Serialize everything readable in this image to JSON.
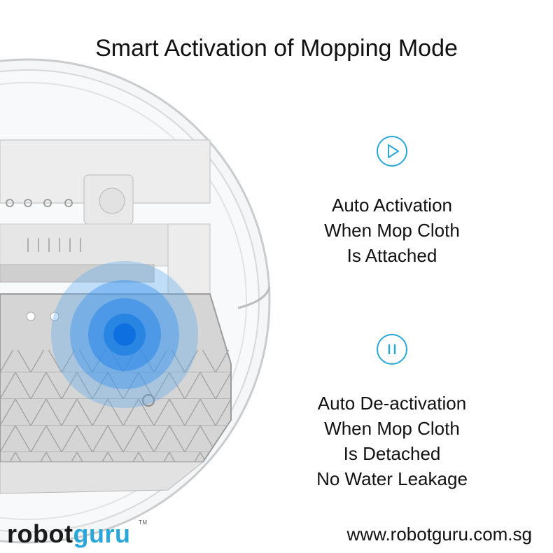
{
  "title": "Smart Activation of Mopping Mode",
  "features": [
    {
      "icon": "play-icon",
      "lines": [
        "Auto Activation",
        "When Mop Cloth",
        "Is Attached"
      ]
    },
    {
      "icon": "pause-icon",
      "lines": [
        "Auto De-activation",
        "When Mop Cloth",
        "Is Detached",
        "No Water Leakage"
      ]
    }
  ],
  "logo": {
    "part1": "robot",
    "part2": "guru",
    "tm": "TM"
  },
  "website": "www.robotguru.com.sg",
  "colors": {
    "accent": "#2aa7d8",
    "sensor_blue": "#1e7fe0",
    "text": "#111111"
  }
}
